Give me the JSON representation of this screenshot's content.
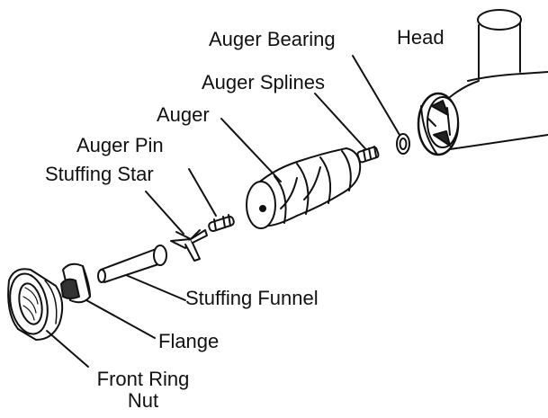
{
  "labels": {
    "auger_bearing": "Auger Bearing",
    "head": "Head",
    "auger_splines": "Auger Splines",
    "auger": "Auger",
    "auger_pin": "Auger Pin",
    "stuffing_star": "Stuffing Star",
    "stuffing_funnel": "Stuffing Funnel",
    "flange": "Flange",
    "front_ring_nut_line1": "Front Ring",
    "front_ring_nut_line2": "Nut"
  },
  "colors": {
    "line": "#111111",
    "fill": "#ffffff",
    "shade": "#8a8a8a"
  }
}
